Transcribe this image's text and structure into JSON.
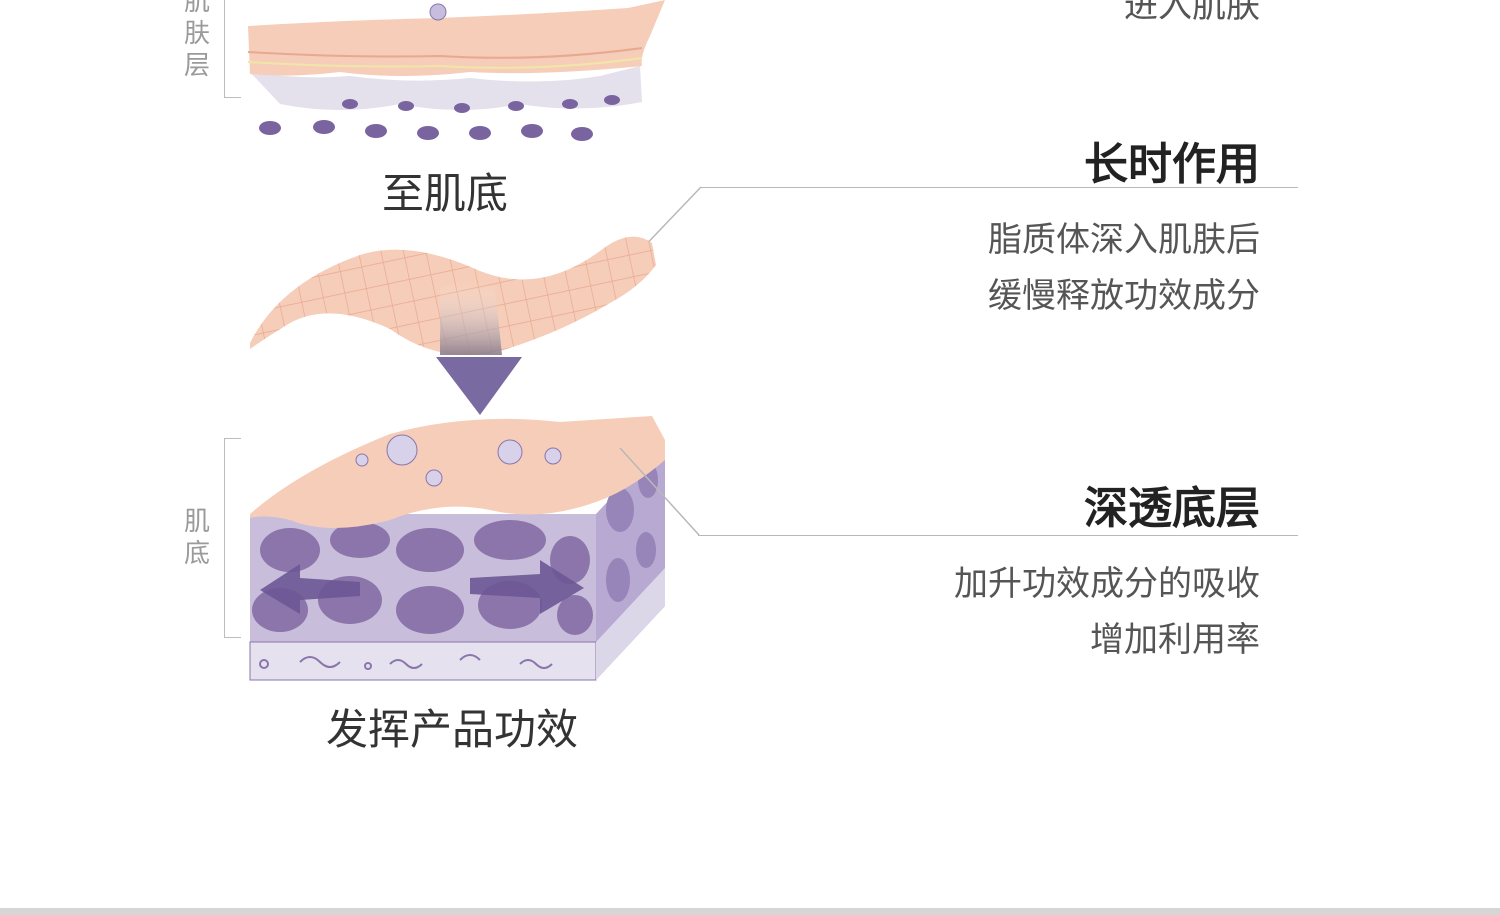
{
  "top": {
    "vertical_label": [
      "肌",
      "肤",
      "层"
    ],
    "text_partial": "进入肌肤",
    "caption": "至肌底"
  },
  "mid": {
    "heading": "长时作用",
    "desc_lines": [
      "脂质体深入肌肤后",
      "缓慢释放功效成分"
    ]
  },
  "bottom": {
    "vertical_label": [
      "肌",
      "底"
    ],
    "heading": "深透底层",
    "desc_lines": [
      "加升功效成分的吸收",
      "增加利用率"
    ],
    "caption": "发挥产品功效"
  },
  "colors": {
    "skin": "#f6cdb8",
    "skin_grid": "#e8a891",
    "cell": "#8b75aa",
    "cell_dark": "#6c5693",
    "arrow": "#7a6aa2",
    "rule": "#b8b8b8"
  }
}
